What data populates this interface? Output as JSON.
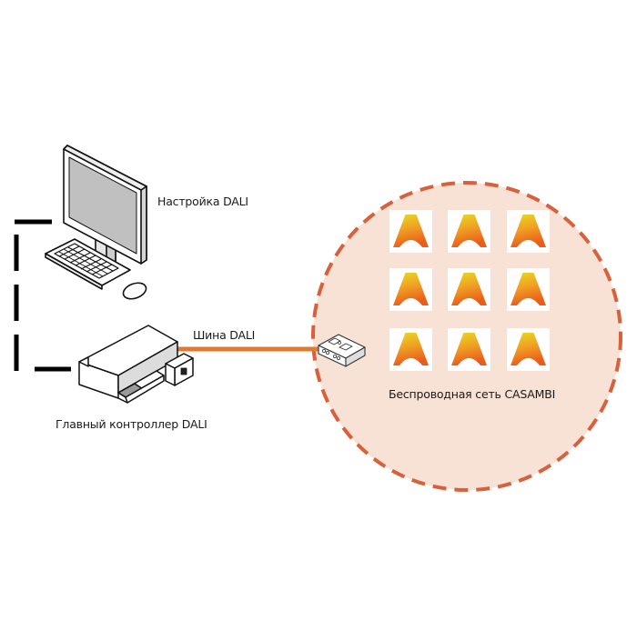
{
  "labels": {
    "pc": "Настройка DALI",
    "bus": "Шина DALI",
    "controller": "Главный контроллер DALI",
    "network": "Беспроводная сеть CASAMBI"
  },
  "colors": {
    "bus_line": "#e07a30",
    "network_fill": "#f8e2d6",
    "network_border": "#d9603a",
    "lamp_top": "#e8d820",
    "lamp_bottom": "#ec6a1e",
    "screen": "#c0c0c0",
    "link_dashed": "#000000"
  },
  "nodes": [
    {
      "id": "pc",
      "icon": "desktop-computer-icon",
      "label_key": "pc"
    },
    {
      "id": "controller",
      "icon": "dali-controller-icon",
      "label_key": "controller"
    },
    {
      "id": "gateway",
      "icon": "casambi-gateway-icon"
    },
    {
      "id": "network",
      "icon": "wireless-network-zone",
      "label_key": "network"
    }
  ],
  "edges": [
    {
      "from": "pc",
      "to": "controller",
      "style": "dashed",
      "color": "#000000"
    },
    {
      "from": "controller",
      "to": "gateway",
      "style": "solid",
      "label_key": "bus",
      "color": "#e07a30"
    }
  ],
  "luminaires": {
    "rows": 3,
    "cols": 3,
    "count": 9,
    "icon": "luminaire-cone-icon"
  }
}
